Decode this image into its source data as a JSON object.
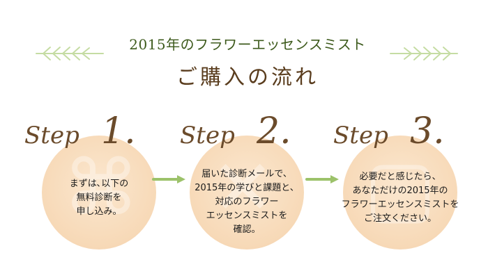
{
  "header": {
    "subtitle": "2015年のフラワーエッセンスミスト",
    "title": "ご購入の流れ"
  },
  "steps": [
    {
      "word": "Step",
      "number": "1.",
      "lines": [
        "まずは､以下の",
        "無料診断を",
        "申し込み。"
      ]
    },
    {
      "word": "Step",
      "number": "2.",
      "lines": [
        "届いた診断メールで、",
        "2015年の学びと課題と、",
        "対応のフラワー",
        "エッセンスミストを",
        "確認。"
      ]
    },
    {
      "word": "Step",
      "number": "3.",
      "lines": [
        "必要だと感じたら、",
        "あなただけの2015年の",
        "フラワーエッセンスミストを",
        "ご注文ください。"
      ]
    }
  ],
  "colors": {
    "title": "#5a3d1e",
    "subtitle": "#3d5a1c",
    "circle": "#f7d9b7",
    "arrow": "#9cc26a",
    "leaf": "#c5dca3",
    "step_script": "#6b4b2b"
  },
  "icons": [
    "leaf-left-icon",
    "leaf-right-icon",
    "arrow-right-icon"
  ]
}
